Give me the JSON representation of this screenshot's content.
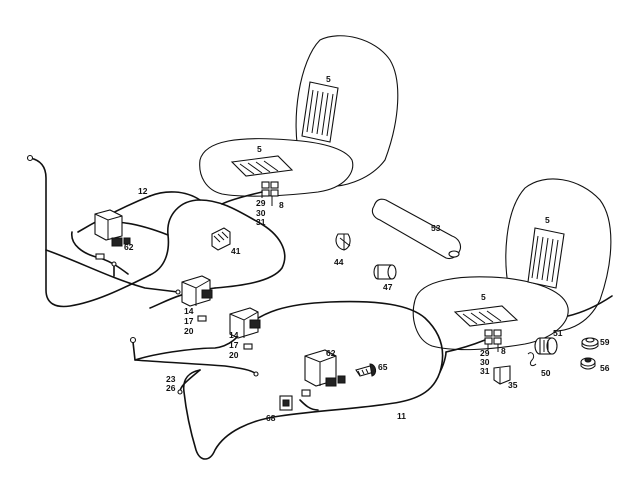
{
  "labels": {
    "l5a": "5",
    "l5b": "5",
    "l5c": "5",
    "l5d": "5",
    "l8a": "8",
    "l8b": "8",
    "l11": "11",
    "l12": "12",
    "l14a": "14",
    "l17a": "17",
    "l20a": "20",
    "l14b": "14",
    "l17b": "17",
    "l20b": "20",
    "l23": "23",
    "l26": "26",
    "l29a": "29",
    "l30a": "30",
    "l31a": "31",
    "l29b": "29",
    "l30b": "30",
    "l31b": "31",
    "l35": "35",
    "l41": "41",
    "l44": "44",
    "l47": "47",
    "l50": "50",
    "l51": "51",
    "l53": "53",
    "l56": "56",
    "l59": "59",
    "l62a": "62",
    "l62b": "62",
    "l65": "65",
    "l68": "68"
  }
}
